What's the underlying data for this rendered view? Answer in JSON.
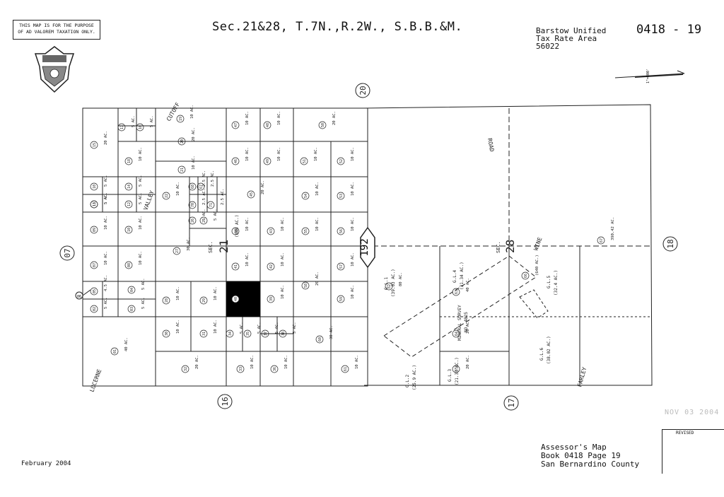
{
  "header": {
    "disclaimer_line1": "THIS MAP IS FOR THE PURPOSE",
    "disclaimer_line2": "OF AD VALOREM TAXATION ONLY.",
    "title": "Sec.21&28, T.7N.,R.2W., S.B.B.&M.",
    "tax_area_line1": "Barstow Unified",
    "tax_area_line2": "Tax Rate Area",
    "tax_area_line3": "56022",
    "map_number": "0418 - 19",
    "scale_label": "1\"=800'"
  },
  "footer": {
    "date": "February 2004",
    "assessor_line1": "Assessor's Map",
    "assessor_line2": "Book 0418 Page 19",
    "assessor_line3": "San Bernardino County",
    "revised_label": "REVISED",
    "stamp": "NOV 03 2004"
  },
  "adjacent_pages": [
    "20",
    "07",
    "18",
    "16",
    "17"
  ],
  "road_names": [
    "CUTOFF",
    "VALLEY",
    "ROAD",
    "LUCERNE",
    "FARLEY",
    "WINE"
  ],
  "sections": [
    "SEC.",
    "21",
    "SEC.",
    "28"
  ],
  "section_area_labels": [
    "(640 AC.)",
    "(640 AC.)"
  ],
  "route_number": "192",
  "parcels": [
    {
      "no": "15",
      "area": "20 AC."
    },
    {
      "no": "17",
      "area": "5 AC."
    },
    {
      "no": "16",
      "area": "5 AC."
    },
    {
      "no": "19",
      "area": "10 AC."
    },
    {
      "no": "20",
      "area": "20 AC."
    },
    {
      "no": "18",
      "area": "10 AC."
    },
    {
      "no": "21",
      "area": "10 AC."
    },
    {
      "no": "10",
      "area": "5 AC."
    },
    {
      "no": "13",
      "area": "5 AC."
    },
    {
      "no": "14",
      "area": "5 AC."
    },
    {
      "no": "11",
      "area": "5 AC."
    },
    {
      "no": "12",
      "area": "5 AC."
    },
    {
      "no": "22",
      "area": "10 AC."
    },
    {
      "no": "68",
      "area": "2.5 AC."
    },
    {
      "no": "67",
      "area": "2.5 AC."
    },
    {
      "no": "70",
      "area": "2.5 AC."
    },
    {
      "no": "71",
      "area": "2.5 AC."
    },
    {
      "no": "09",
      "area": "10 AC."
    },
    {
      "no": "10",
      "area": "10 AC."
    },
    {
      "no": "26",
      "area": "5 AC."
    },
    {
      "no": "25",
      "area": "5 AC."
    },
    {
      "no": "27",
      "area": "30 AC."
    },
    {
      "no": "07",
      "area": "10 AC."
    },
    {
      "no": "08",
      "area": "10 AC."
    },
    {
      "no": "05",
      "area": "4.5 AC."
    },
    {
      "no": "04",
      "area": "5 AC."
    },
    {
      "no": "02",
      "area": "5 AC."
    },
    {
      "no": "03",
      "area": "5 AC."
    },
    {
      "no": "28",
      "area": "10 AC."
    },
    {
      "no": "29",
      "area": "10 AC."
    },
    {
      "no": "30",
      "area": "10 AC."
    },
    {
      "no": "31",
      "area": "10 AC."
    },
    {
      "no": "01",
      "area": "40 AC."
    },
    {
      "no": "32",
      "area": "20 AC."
    },
    {
      "no": "47",
      "area": "10 AC."
    },
    {
      "no": "48",
      "area": "10 AC."
    },
    {
      "no": "50",
      "area": "20 AC."
    },
    {
      "no": "46",
      "area": "10 AC."
    },
    {
      "no": "49",
      "area": "10 AC."
    },
    {
      "no": "51",
      "area": "10 AC."
    },
    {
      "no": "52",
      "area": "10 AC."
    },
    {
      "no": "45",
      "area": "20 AC."
    },
    {
      "no": "54",
      "area": "10 AC."
    },
    {
      "no": "53",
      "area": "10 AC."
    },
    {
      "no": "44",
      "area": "10 AC."
    },
    {
      "no": "43",
      "area": "10 AC."
    },
    {
      "no": "55",
      "area": "10 AC."
    },
    {
      "no": "56",
      "area": "10 AC."
    },
    {
      "no": "41",
      "area": "10 AC."
    },
    {
      "no": "42",
      "area": "10 AC."
    },
    {
      "no": "58",
      "area": "20 AC."
    },
    {
      "no": "57",
      "area": "10 AC."
    },
    {
      "no": "40",
      "area": ""
    },
    {
      "no": "39",
      "area": "10 AC."
    },
    {
      "no": "59",
      "area": "10 AC."
    },
    {
      "no": "34",
      "area": "5 AC."
    },
    {
      "no": "35",
      "area": "5 AC."
    },
    {
      "no": "37",
      "area": "5 AC."
    },
    {
      "no": "38",
      "area": "5 AC."
    },
    {
      "no": "60",
      "area": "30 AC."
    },
    {
      "no": "33",
      "area": "10 AC."
    },
    {
      "no": "36",
      "area": "10 AC."
    },
    {
      "no": "61",
      "area": "10 AC."
    },
    {
      "no": "62",
      "area": "80 AC."
    },
    {
      "no": "63",
      "area": "40 AC."
    },
    {
      "no": "64",
      "area": "20 AC."
    },
    {
      "no": "65",
      "area": "20 AC."
    },
    {
      "no": "66",
      "area": "(640 AC.)"
    },
    {
      "no": "67",
      "area": "390.42 AC."
    }
  ],
  "gov_lots": [
    {
      "label": "G.L.1",
      "area": "(39.03 AC.)"
    },
    {
      "label": "G.L.4",
      "area": "(31.34 AC.)"
    },
    {
      "label": "G.L.5",
      "area": "(32.4 AC.)"
    },
    {
      "label": "G.L.2",
      "area": "(25.9 AC.)"
    },
    {
      "label": "G.L.3",
      "area": "(21.33 AC.)"
    },
    {
      "label": "G.L.6",
      "area": "(38.02 AC.)"
    }
  ],
  "survey_label_line1": "MINERAL SURVEY",
  "survey_label_line2": "NO. 4825",
  "marker_label": "06"
}
